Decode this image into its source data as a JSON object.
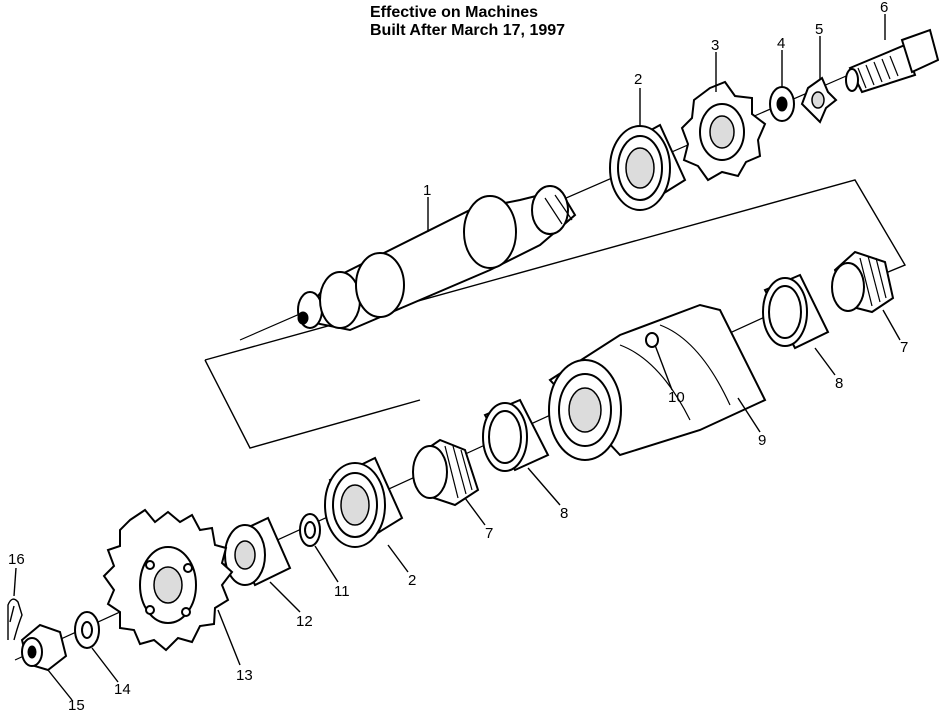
{
  "header": {
    "line1": "Effective on Machines",
    "line2": "Built After March 17, 1997"
  },
  "callouts": {
    "c1": "1",
    "c2a": "2",
    "c2b": "2",
    "c3": "3",
    "c4": "4",
    "c5": "5",
    "c6": "6",
    "c7a": "7",
    "c7b": "7",
    "c8a": "8",
    "c8b": "8",
    "c9": "9",
    "c10": "10",
    "c11": "11",
    "c12": "12",
    "c13": "13",
    "c14": "14",
    "c15": "15",
    "c16": "16"
  }
}
